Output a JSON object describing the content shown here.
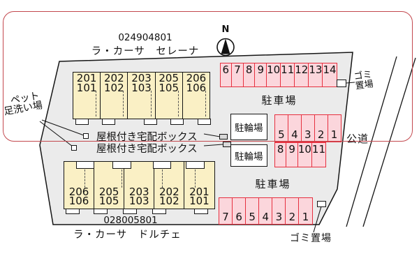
{
  "colors": {
    "site_fill": "#ebebeb",
    "building_fill": "#faf0c5",
    "parking_fill": "#fbd6dc",
    "parking_border": "#e6303f",
    "overlay_red": "#c3484e"
  },
  "header": {
    "top_code": "024904801",
    "top_name": "ラ・カーサ　セレーナ"
  },
  "footer": {
    "bottom_code": "028005801",
    "bottom_name": "ラ・カーサ　ドルチェ"
  },
  "compass": {
    "label": "N"
  },
  "labels": {
    "pet_wash_line1": "ペット",
    "pet_wash_line2": "足洗い場",
    "delivery_box_1": "屋根付き宅配ボックス",
    "delivery_box_2": "屋根付き宅配ボックス",
    "garbage_top_line1": "ゴミ",
    "garbage_top_line2": "置場",
    "garbage_bottom": "ゴミ置場",
    "parking_north": "駐車場",
    "parking_south": "駐車場",
    "bicycle_north": "駐輪場",
    "bicycle_south": "駐輪場",
    "public_road": "公道"
  },
  "parking": {
    "north_row": {
      "spaces": [
        "6",
        "7",
        "8",
        "9",
        "10",
        "11",
        "12",
        "13",
        "14"
      ]
    },
    "mid_upper_row": {
      "spaces": [
        "5",
        "4",
        "3",
        "2",
        "1"
      ]
    },
    "mid_lower_row": {
      "spaces": [
        "8",
        "9",
        "10",
        "11"
      ]
    },
    "south_row": {
      "spaces": [
        "7",
        "6",
        "5",
        "4",
        "3",
        "2",
        "1"
      ]
    }
  },
  "buildings": {
    "top": {
      "units": [
        {
          "upper": "201",
          "lower": "101"
        },
        {
          "upper": "202",
          "lower": "102"
        },
        {
          "upper": "203",
          "lower": "103"
        },
        {
          "upper": "205",
          "lower": "105"
        },
        {
          "upper": "206",
          "lower": "106"
        }
      ]
    },
    "bottom": {
      "units": [
        {
          "upper": "206",
          "lower": "106"
        },
        {
          "upper": "205",
          "lower": "105"
        },
        {
          "upper": "203",
          "lower": "103"
        },
        {
          "upper": "202",
          "lower": "102"
        },
        {
          "upper": "201",
          "lower": "101"
        }
      ]
    }
  }
}
